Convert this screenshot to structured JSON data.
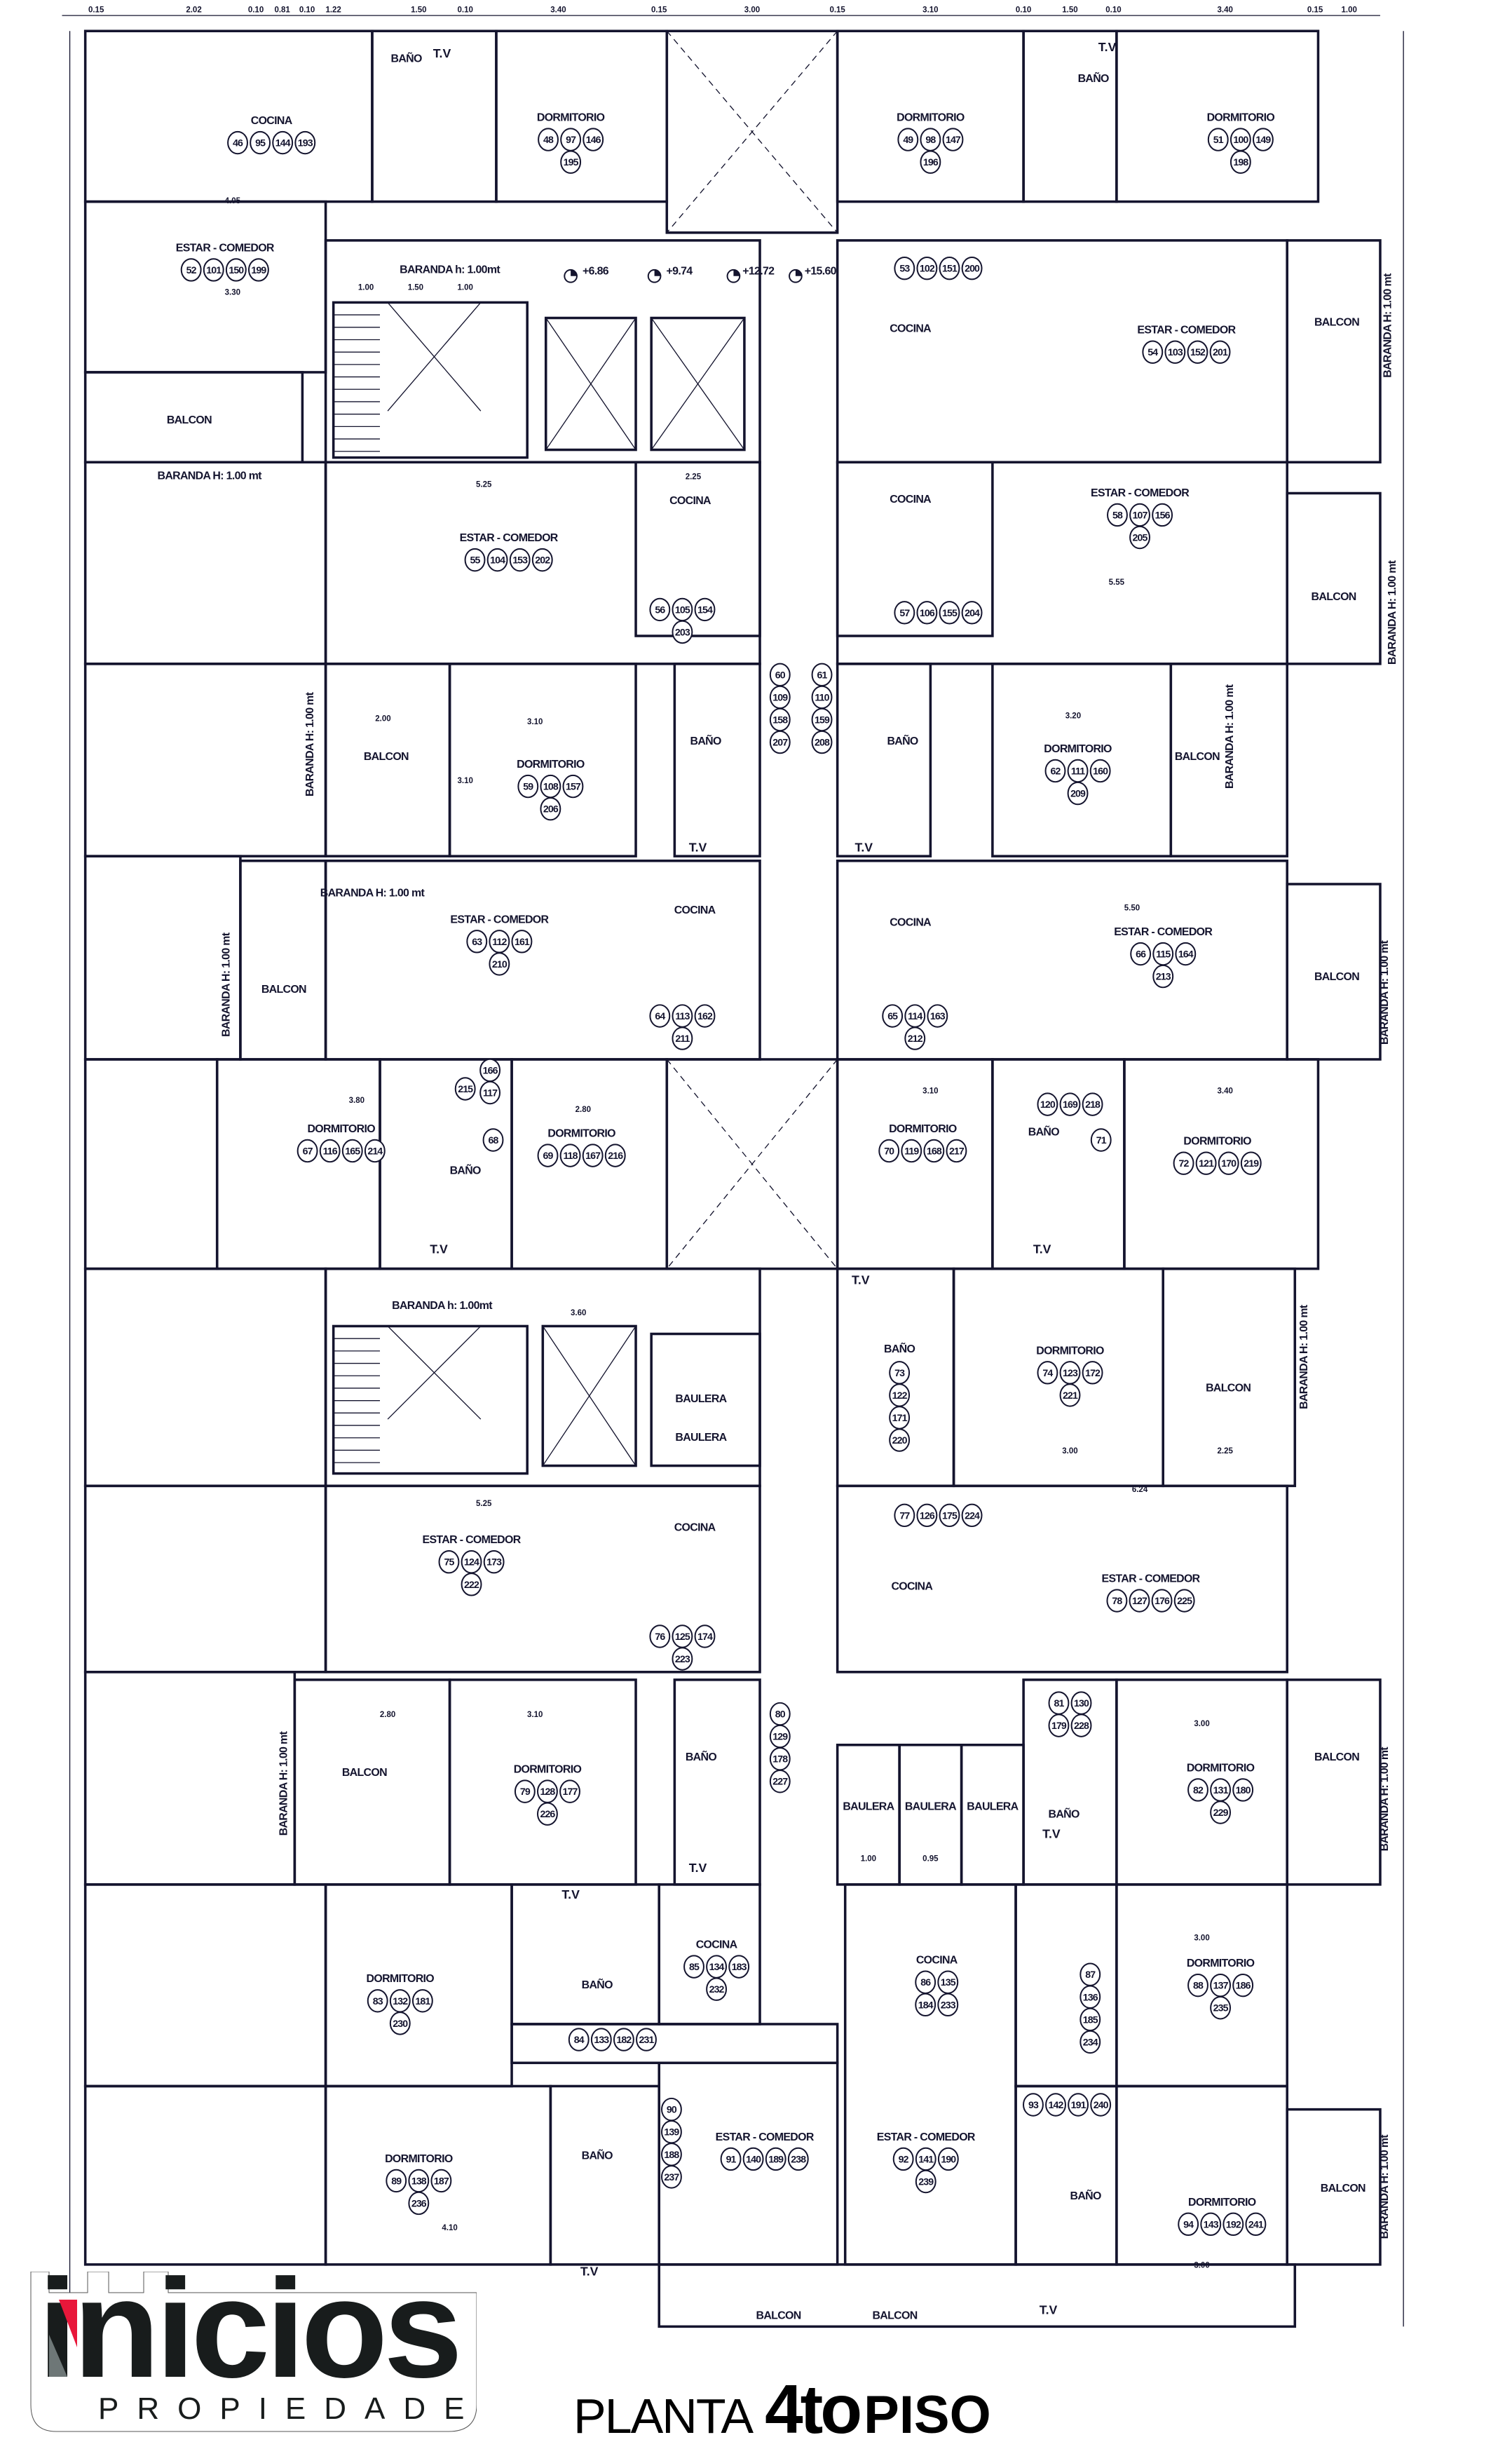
{
  "title": {
    "prefix": "PLANTA",
    "floor": "4to",
    "suffix": "PISO"
  },
  "logo": {
    "word": "inicios",
    "subtitle": "PROPIEDADES",
    "accent_color": "#e8173a",
    "secondary_color": "#6e7777"
  },
  "colors": {
    "line": "#14142e",
    "background": "#ffffff"
  },
  "rooms": [
    {
      "label": "COCINA",
      "units": [
        "46",
        "95",
        "144",
        "193"
      ]
    },
    {
      "label": "BAÑO",
      "units": []
    },
    {
      "label": "DORMITORIO",
      "units": [
        "48",
        "97",
        "146",
        "195"
      ]
    },
    {
      "label": "DORMITORIO",
      "units": [
        "49",
        "98",
        "147",
        "196"
      ]
    },
    {
      "label": "BAÑO",
      "units": []
    },
    {
      "label": "DORMITORIO",
      "units": [
        "51",
        "100",
        "149",
        "198"
      ]
    },
    {
      "label": "ESTAR - COMEDOR",
      "units": [
        "52",
        "101",
        "150",
        "199"
      ]
    },
    {
      "label": "BALCON",
      "units": []
    },
    {
      "label": "COCINA",
      "units": []
    },
    {
      "label": "ESTAR - COMEDOR",
      "units": [
        "54",
        "103",
        "152",
        "201"
      ]
    },
    {
      "label": "BALCON",
      "units": []
    },
    {
      "label": "ESTAR - COMEDOR",
      "units": [
        "55",
        "104",
        "153",
        "202"
      ]
    },
    {
      "label": "COCINA",
      "units": []
    },
    {
      "label": "COCINA",
      "units": []
    },
    {
      "label": "ESTAR - COMEDOR",
      "units": [
        "58",
        "107",
        "156",
        "205"
      ]
    },
    {
      "label": "BALCON",
      "units": []
    },
    {
      "label": "BALCON",
      "units": []
    },
    {
      "label": "DORMITORIO",
      "units": [
        "59",
        "108",
        "157",
        "206"
      ]
    },
    {
      "label": "BAÑO",
      "units": []
    },
    {
      "label": "BAÑO",
      "units": []
    },
    {
      "label": "DORMITORIO",
      "units": [
        "62",
        "111",
        "160",
        "209"
      ]
    },
    {
      "label": "BALCON",
      "units": []
    },
    {
      "label": "BALCON",
      "units": []
    },
    {
      "label": "ESTAR - COMEDOR",
      "units": [
        "63",
        "112",
        "161",
        "210"
      ]
    },
    {
      "label": "COCINA",
      "units": []
    },
    {
      "label": "COCINA",
      "units": []
    },
    {
      "label": "ESTAR - COMEDOR",
      "units": [
        "66",
        "115",
        "164",
        "213"
      ]
    },
    {
      "label": "BALCON",
      "units": []
    },
    {
      "label": "DORMITORIO",
      "units": [
        "67",
        "116",
        "165",
        "214"
      ]
    },
    {
      "label": "BAÑO",
      "units": []
    },
    {
      "label": "DORMITORIO",
      "units": [
        "69",
        "118",
        "167",
        "216"
      ]
    },
    {
      "label": "DORMITORIO",
      "units": [
        "70",
        "119",
        "168",
        "217"
      ]
    },
    {
      "label": "BAÑO",
      "units": []
    },
    {
      "label": "DORMITORIO",
      "units": [
        "72",
        "121",
        "170",
        "219"
      ]
    },
    {
      "label": "BAULERA",
      "units": []
    },
    {
      "label": "BAULERA",
      "units": []
    },
    {
      "label": "BAÑO",
      "units": []
    },
    {
      "label": "DORMITORIO",
      "units": [
        "74",
        "123",
        "172",
        "221"
      ]
    },
    {
      "label": "BALCON",
      "units": []
    },
    {
      "label": "ESTAR - COMEDOR",
      "units": [
        "75",
        "124",
        "173",
        "222"
      ]
    },
    {
      "label": "COCINA",
      "units": []
    },
    {
      "label": "COCINA",
      "units": []
    },
    {
      "label": "ESTAR - COMEDOR",
      "units": [
        "78",
        "127",
        "176",
        "225"
      ]
    },
    {
      "label": "BALCON",
      "units": []
    },
    {
      "label": "DORMITORIO",
      "units": [
        "79",
        "128",
        "177",
        "226"
      ]
    },
    {
      "label": "BAÑO",
      "units": []
    },
    {
      "label": "BAULERA",
      "units": []
    },
    {
      "label": "BAULERA",
      "units": []
    },
    {
      "label": "BAULERA",
      "units": []
    },
    {
      "label": "BAÑO",
      "units": []
    },
    {
      "label": "DORMITORIO",
      "units": [
        "82",
        "131",
        "180",
        "229"
      ]
    },
    {
      "label": "BALCON",
      "units": []
    },
    {
      "label": "DORMITORIO",
      "units": [
        "83",
        "132",
        "181",
        "230"
      ]
    },
    {
      "label": "BAÑO",
      "units": []
    },
    {
      "label": "COCINA",
      "units": [
        "85",
        "134",
        "183",
        "232"
      ]
    },
    {
      "label": "COCINA",
      "units": [
        "86",
        "135",
        "184",
        "233"
      ]
    },
    {
      "label": "DORMITORIO",
      "units": [
        "88",
        "137",
        "186",
        "235"
      ]
    },
    {
      "label": "DORMITORIO",
      "units": [
        "89",
        "138",
        "187",
        "236"
      ]
    },
    {
      "label": "BAÑO",
      "units": []
    },
    {
      "label": "ESTAR - COMEDOR",
      "units": [
        "91",
        "140",
        "189",
        "238"
      ]
    },
    {
      "label": "ESTAR - COMEDOR",
      "units": [
        "92",
        "141",
        "190",
        "239"
      ]
    },
    {
      "label": "BAÑO",
      "units": []
    },
    {
      "label": "DORMITORIO",
      "units": [
        "94",
        "143",
        "192",
        "241"
      ]
    },
    {
      "label": "BALCON",
      "units": []
    },
    {
      "label": "BALCON",
      "units": []
    },
    {
      "label": "BALCON",
      "units": []
    }
  ],
  "unit_groups": [
    [
      "53",
      "102",
      "151",
      "200"
    ],
    [
      "56",
      "105",
      "154",
      "203"
    ],
    [
      "57",
      "106",
      "155",
      "204"
    ],
    [
      "60",
      "109",
      "158",
      "207"
    ],
    [
      "61",
      "110",
      "159",
      "208"
    ],
    [
      "64",
      "113",
      "162",
      "211"
    ],
    [
      "65",
      "114",
      "163",
      "212"
    ],
    [
      "166",
      "117"
    ],
    [
      "215"
    ],
    [
      "68"
    ],
    [
      "120",
      "169",
      "218"
    ],
    [
      "71"
    ],
    [
      "73",
      "122",
      "171",
      "220"
    ],
    [
      "76",
      "125",
      "174",
      "223"
    ],
    [
      "77",
      "126",
      "175",
      "224"
    ],
    [
      "80",
      "129",
      "178",
      "227"
    ],
    [
      "81",
      "130",
      "179",
      "228"
    ],
    [
      "84",
      "133",
      "182",
      "231"
    ],
    [
      "87",
      "136",
      "185",
      "234"
    ],
    [
      "90",
      "139",
      "188",
      "237"
    ],
    [
      "93",
      "142",
      "191",
      "240"
    ]
  ],
  "railings": [
    "BARANDA H: 1.00 mt",
    "BARANDA h: 1.00mt",
    "BARANDA H: 1.00 mt",
    "BARANDA H: 1.00 mt",
    "BARANDA H: 1.00 mt",
    "BARANDA H: 1.00 mt",
    "BARANDA H: 1.00 mt",
    "BARANDA H: 1.00 mt",
    "BARANDA H: 1.00 mt",
    "BARANDA h: 1.00mt",
    "BARANDA H: 1.00 mt",
    "BARANDA H: 1.00 mt",
    "BARANDA H: 1.00 mt",
    "BARANDA H: 1.00 mt"
  ],
  "tv_label": "T.V",
  "levels": [
    "+6.86",
    "+9.74",
    "+12.72",
    "+15.60"
  ],
  "top_dimensions": [
    "0.15",
    "2.02",
    "0.10",
    "0.81",
    "0.10",
    "1.22",
    "1.50",
    "0.10",
    "3.40",
    "0.15",
    "3.00",
    "0.15",
    "3.10",
    "0.10",
    "1.50",
    "0.10",
    "3.40",
    "0.15",
    "1.00"
  ],
  "inner_dimensions": [
    "4.05",
    "3.30",
    "1.00",
    "1.50",
    "1.00",
    "5.25",
    "2.25",
    "3.10",
    "2.00",
    "3.10",
    "3.20",
    "5.50",
    "5.55",
    "3.80",
    "2.80",
    "3.10",
    "3.40",
    "3.60",
    "3.00",
    "2.25",
    "5.25",
    "6.24",
    "2.80",
    "3.10",
    "3.00",
    "3.00",
    "4.10",
    "3.00",
    "1.00",
    "0.95"
  ]
}
